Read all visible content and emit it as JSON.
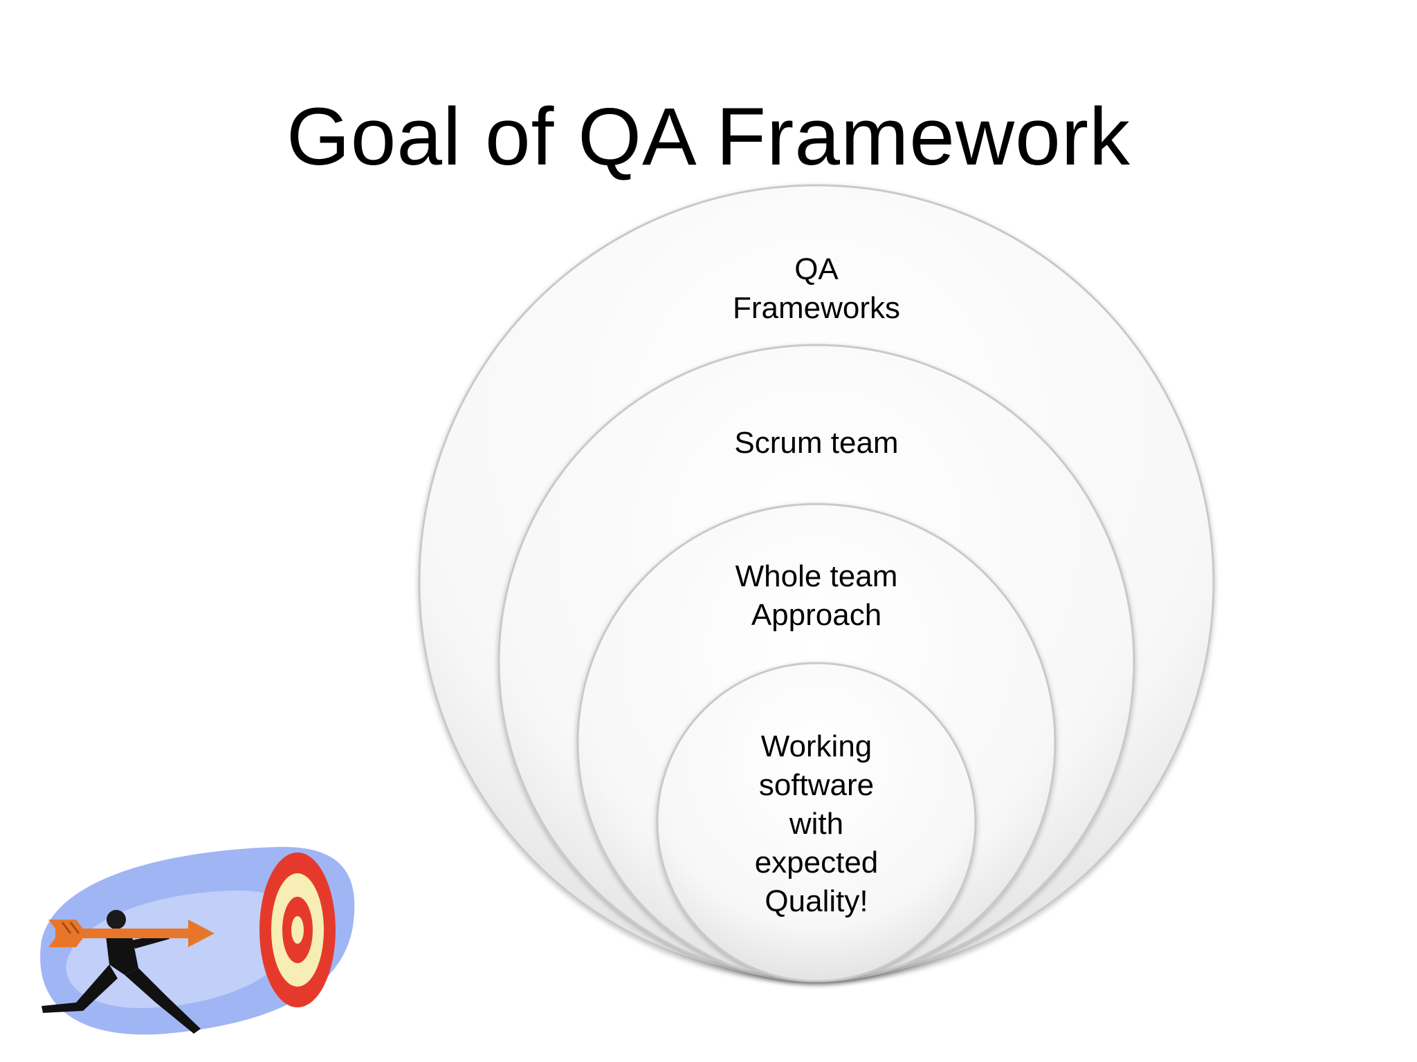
{
  "slide": {
    "title": "Goal of QA Framework"
  },
  "diagram": {
    "type": "nested-circles",
    "levels": [
      {
        "label": "QA\nFrameworks"
      },
      {
        "label": "Scrum team"
      },
      {
        "label": "Whole team\nApproach"
      },
      {
        "label": "Working\nsoftware\nwith\nexpected\nQuality!"
      }
    ]
  },
  "clipart": {
    "icon": "archer-target-icon",
    "colors": {
      "sky": "#7f9ff0",
      "arrow": "#e8762a",
      "target_red": "#e53a2b",
      "target_cream": "#f6eeb4",
      "suit": "#111111"
    }
  }
}
